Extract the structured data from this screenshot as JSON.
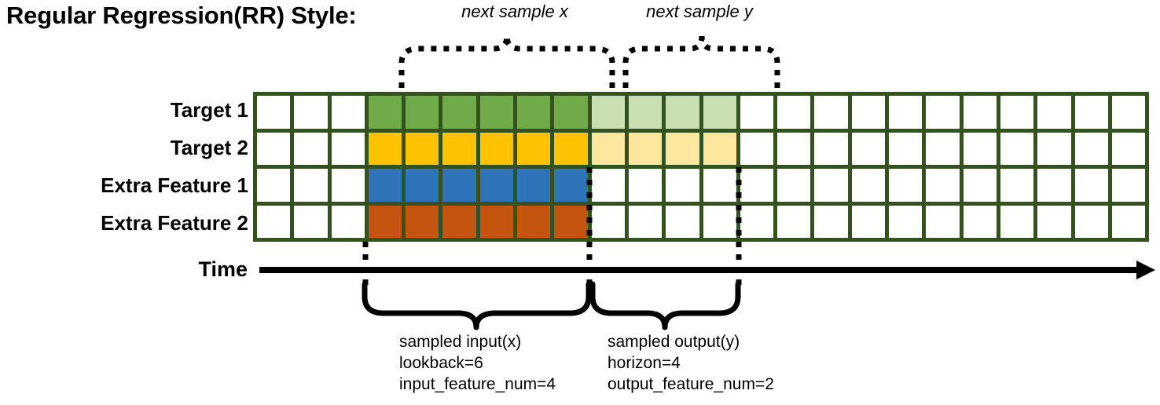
{
  "title": "Regular Regression(RR) Style:",
  "rows": [
    {
      "label": "Target 1",
      "name": "target-1"
    },
    {
      "label": "Target 2",
      "name": "target-2"
    },
    {
      "label": "Extra Feature 1",
      "name": "extra-feature-1"
    },
    {
      "label": "Extra Feature 2",
      "name": "extra-feature-2"
    }
  ],
  "grid": {
    "columns": 24,
    "input_start_col": 3,
    "input_end_col": 9,
    "output_end_col": 13,
    "cells": [
      [
        "white",
        "white",
        "white",
        "green",
        "green",
        "green",
        "green",
        "green",
        "green",
        "lgreen",
        "lgreen",
        "lgreen",
        "lgreen",
        "white",
        "white",
        "white",
        "white",
        "white",
        "white",
        "white",
        "white",
        "white",
        "white",
        "white"
      ],
      [
        "white",
        "white",
        "white",
        "yellow",
        "yellow",
        "yellow",
        "yellow",
        "yellow",
        "yellow",
        "lyellow",
        "lyellow",
        "lyellow",
        "lyellow",
        "white",
        "white",
        "white",
        "white",
        "white",
        "white",
        "white",
        "white",
        "white",
        "white",
        "white"
      ],
      [
        "white",
        "white",
        "white",
        "blue",
        "blue",
        "blue",
        "blue",
        "blue",
        "blue",
        "white",
        "white",
        "white",
        "white",
        "white",
        "white",
        "white",
        "white",
        "white",
        "white",
        "white",
        "white",
        "white",
        "white",
        "white"
      ],
      [
        "white",
        "white",
        "white",
        "orange",
        "orange",
        "orange",
        "orange",
        "orange",
        "orange",
        "white",
        "white",
        "white",
        "white",
        "white",
        "white",
        "white",
        "white",
        "white",
        "white",
        "white",
        "white",
        "white",
        "white",
        "white"
      ]
    ]
  },
  "axis": {
    "time_label": "Time"
  },
  "top_labels": [
    {
      "text": "next sample x",
      "name": "next-sample-x-label"
    },
    {
      "text": "next sample y",
      "name": "next-sample-y-label"
    }
  ],
  "captions": [
    {
      "name": "sampled-input-caption",
      "line1": "sampled input(x)",
      "line2": "lookback=6",
      "line3": "input_feature_num=4"
    },
    {
      "name": "sampled-output-caption",
      "line1": "sampled output(y)",
      "line2": "horizon=4",
      "line3": "output_feature_num=2"
    }
  ],
  "colors": {
    "border_green": "#34521f",
    "green": "#70ab4a",
    "light_green": "#c8dfb2",
    "yellow": "#fdc300",
    "light_yellow": "#fce79c",
    "blue": "#2d75b8",
    "orange": "#c4550f",
    "line": "#000000"
  }
}
